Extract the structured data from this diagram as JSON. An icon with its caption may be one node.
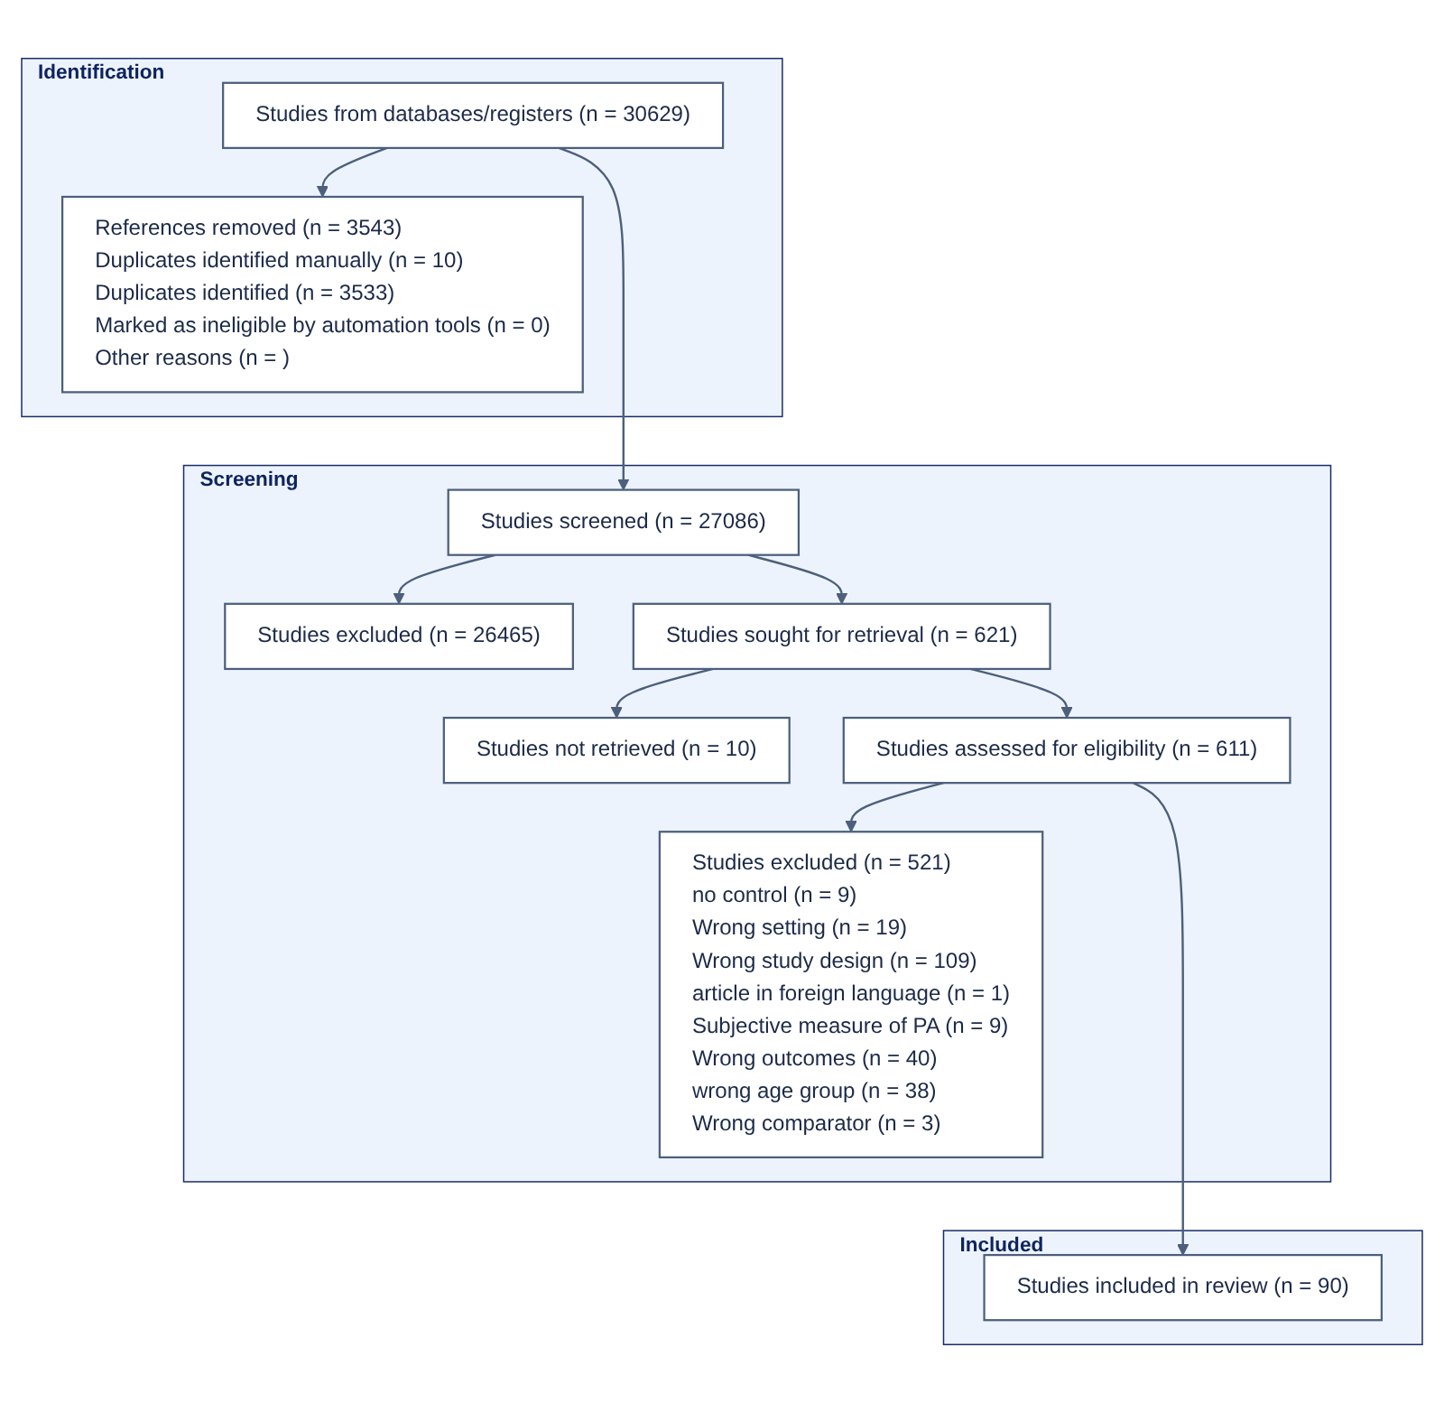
{
  "diagram": {
    "nodes": [
      {
        "text": [
          "Identification"
        ]
      },
      {
        "text": [
          "Studies from databases/registers (n = 30629)"
        ],
        "in": 0
      },
      {
        "text": [
          "References removed (n = 3543)",
          "Duplicates identified manually (n = 10)",
          "Duplicates identified (n = 3533)",
          "Marked as ineligible by automation tools (n = 0)",
          "Other reasons (n = )"
        ],
        "in": 0
      },
      {
        "text": [
          "Screening"
        ]
      },
      {
        "text": [
          "Studies screened (n = 27086)"
        ],
        "in": 3
      },
      {
        "text": [
          "Studies excluded (n = 26465)"
        ],
        "in": 3
      },
      {
        "text": [
          "Studies sought for retrieval (n = 621)"
        ],
        "in": 3
      },
      {
        "text": [
          "Studies not retrieved (n = 10)"
        ],
        "in": 3
      },
      {
        "text": [
          "Studies assessed for eligibility (n = 611)"
        ],
        "in": 3
      },
      {
        "text": [
          "Studies excluded (n = 521)",
          "no control (n = 9)",
          "Wrong setting (n = 19)",
          "Wrong study design (n = 109)",
          "article in foreign language (n = 1)",
          "Subjective measure of  PA (n = 9)",
          "Wrong outcomes (n = 40)",
          "wrong age group (n = 38)",
          "Wrong comparator (n = 3)"
        ],
        "in": 3
      },
      {
        "text": [
          "Included"
        ]
      },
      {
        "text": [
          "Studies included in review (n = 90)"
        ],
        "in": 10
      }
    ],
    "edges": [
      {
        "from": 1,
        "to": 4,
        "arrow": "to"
      },
      {
        "from": 1,
        "to": 2,
        "arrow": "to"
      },
      {
        "from": 4,
        "to": 5,
        "arrow": "to"
      },
      {
        "from": 4,
        "to": 6,
        "arrow": "to"
      },
      {
        "from": 6,
        "to": 7,
        "arrow": "to"
      },
      {
        "from": 6,
        "to": 8,
        "arrow": "to"
      },
      {
        "from": 8,
        "to": 9,
        "arrow": "to"
      },
      {
        "from": 8,
        "to": 11,
        "arrow": "to"
      }
    ]
  }
}
